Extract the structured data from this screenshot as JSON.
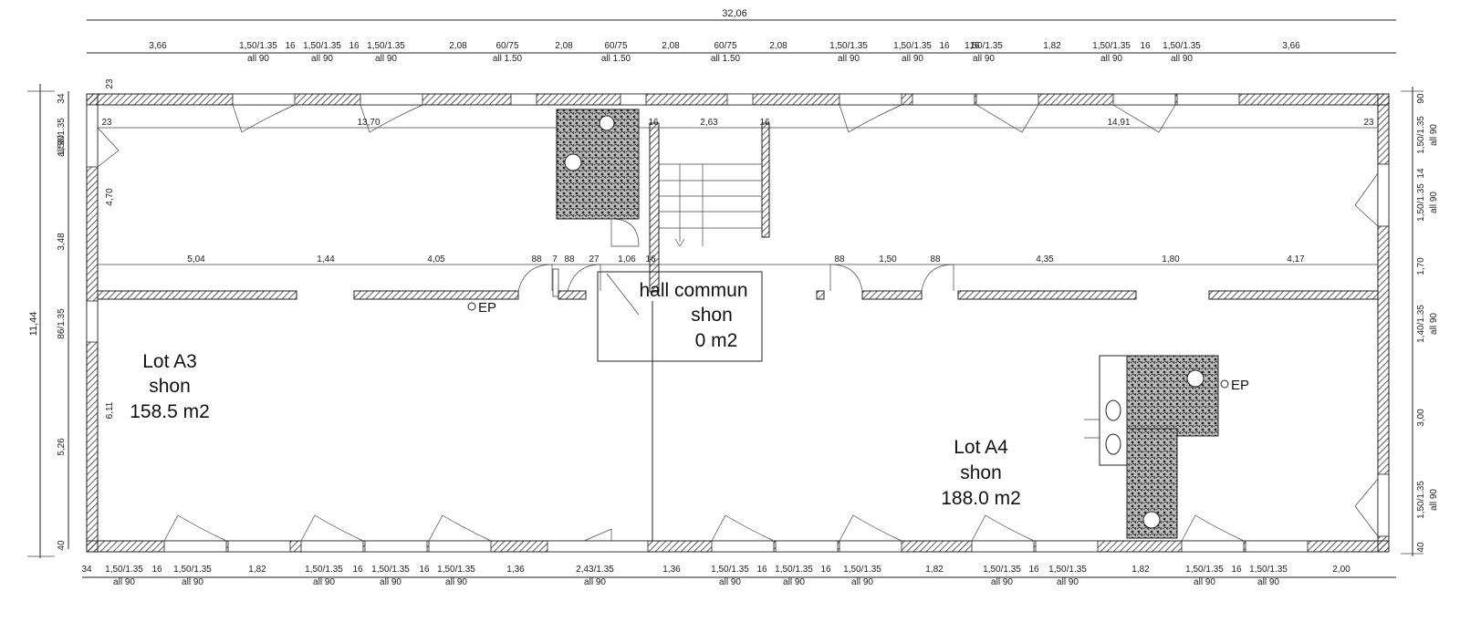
{
  "dimensions": {
    "overall": "32,06",
    "top_row": [
      {
        "a": "3,66",
        "b": ""
      },
      {
        "a": "1,50/1.35",
        "b": "all 90"
      },
      {
        "a": "16",
        "b": ""
      },
      {
        "a": "1,50/1.35",
        "b": "all 90"
      },
      {
        "a": "16",
        "b": ""
      },
      {
        "a": "1,50/1.35",
        "b": "all 90"
      },
      {
        "a": "2,08",
        "b": ""
      },
      {
        "a": "60/75",
        "b": "all 1.50"
      },
      {
        "a": "2,08",
        "b": ""
      },
      {
        "a": "60/75",
        "b": "all 1.50"
      },
      {
        "a": "2,08",
        "b": ""
      },
      {
        "a": "60/75",
        "b": "all 1.50"
      },
      {
        "a": "2,08",
        "b": ""
      },
      {
        "a": "1,50/1.35",
        "b": "all 90"
      },
      {
        "a": "16",
        "b": ""
      },
      {
        "a": "1,50/1.35",
        "b": "all 90"
      },
      {
        "a": "16",
        "b": ""
      },
      {
        "a": "1,50/1.35",
        "b": "all 90"
      },
      {
        "a": "1,82",
        "b": ""
      },
      {
        "a": "1,50/1.35",
        "b": "all 90"
      },
      {
        "a": "16",
        "b": ""
      },
      {
        "a": "1,50/1.35",
        "b": "all 90"
      },
      {
        "a": "3,66",
        "b": ""
      }
    ],
    "bottom_row": [
      {
        "a": "34",
        "b": ""
      },
      {
        "a": "1,50/1.35",
        "b": "all 90"
      },
      {
        "a": "16",
        "b": ""
      },
      {
        "a": "1,50/1.35",
        "b": "all 90"
      },
      {
        "a": "1,82",
        "b": ""
      },
      {
        "a": "1,50/1.35",
        "b": "all 90"
      },
      {
        "a": "16",
        "b": ""
      },
      {
        "a": "1,50/1.35",
        "b": "all 90"
      },
      {
        "a": "16",
        "b": ""
      },
      {
        "a": "1,50/1.35",
        "b": "all 90"
      },
      {
        "a": "1,36",
        "b": ""
      },
      {
        "a": "2,43/1.35",
        "b": "all 90"
      },
      {
        "a": "1,36",
        "b": ""
      },
      {
        "a": "1,50/1.35",
        "b": "all 90"
      },
      {
        "a": "16",
        "b": ""
      },
      {
        "a": "1,50/1.35",
        "b": "all 90"
      },
      {
        "a": "16",
        "b": ""
      },
      {
        "a": "1,50/1.35",
        "b": "all 90"
      },
      {
        "a": "1,82",
        "b": ""
      },
      {
        "a": "1,50/1.35",
        "b": "all 90"
      },
      {
        "a": "16",
        "b": ""
      },
      {
        "a": "1,50/1.35",
        "b": "all 90"
      },
      {
        "a": "1,82",
        "b": ""
      },
      {
        "a": "1,50/1.35",
        "b": "all 90"
      },
      {
        "a": "16",
        "b": ""
      },
      {
        "a": "1,50/1.35",
        "b": "all 90"
      },
      {
        "a": "2,00",
        "b": ""
      }
    ],
    "inner_top": [
      "23",
      "13,70",
      "16",
      "2,63",
      "16",
      "14,91",
      "23"
    ],
    "corridor": [
      "5,04",
      "1,44",
      "4,05",
      "88",
      "7",
      "88",
      "27",
      "1,06",
      "16",
      "88",
      "1,50",
      "88",
      "4,35",
      "1,80",
      "4,17"
    ],
    "left_overall": "11,44",
    "left_chain": [
      "34",
      "1,50/1.35",
      "all 90",
      "3,48",
      "86/1.35",
      "5,26",
      "40"
    ],
    "left_inner": [
      "23",
      "4,70",
      "6,11"
    ],
    "right_chain": [
      "90",
      "1,50/1.35",
      "all 90",
      "14",
      "1,50/1.35",
      "all 90",
      "1,70",
      "1,40/1.35",
      "all 90",
      "3,00",
      "1,50/1.35",
      "all 90",
      "40"
    ]
  },
  "rooms": {
    "lot_a3": {
      "line1": "Lot A3",
      "line2": "shon",
      "line3": "158.5 m2"
    },
    "lot_a4": {
      "line1": "Lot A4",
      "line2": "shon",
      "line3": "188.0 m2"
    },
    "hall": {
      "line1": "hall commun",
      "line2": "shon",
      "line3": "0 m2"
    }
  },
  "labels": {
    "ep_left": "EP",
    "ep_right": "EP"
  }
}
